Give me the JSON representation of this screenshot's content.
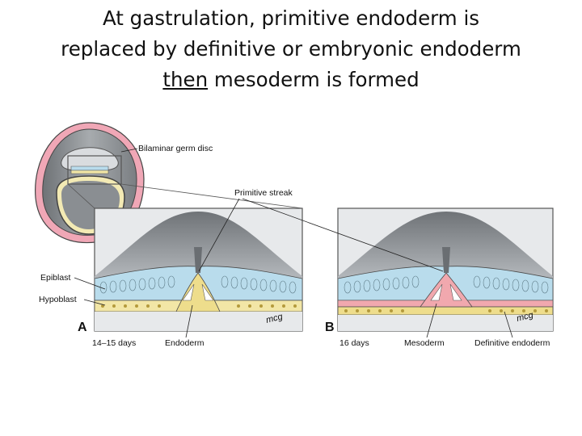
{
  "title": {
    "line1": "At gastrulation, primitive endoderm is",
    "line2": "replaced by definitive or embryonic endoderm",
    "line3_underlined": "then",
    "line3_rest": " mesoderm is formed"
  },
  "labels": {
    "bilaminar": "Bilaminar germ disc",
    "primitive_streak": "Primitive streak",
    "epiblast": "Epiblast",
    "hypoblast": "Hypoblast",
    "panel_a": "A",
    "panel_b": "B",
    "days_a": "14–15 days",
    "days_b": "16 days",
    "endoderm": "Endoderm",
    "mesoderm": "Mesoderm",
    "definitive_endoderm": "Definitive endoderm",
    "signature_a": "mcg",
    "signature_b": "mcg"
  },
  "colors": {
    "epiblast": "#b9dcec",
    "hypoblast": "#f2e6a6",
    "endoderm_yellow": "#eedd8c",
    "mesoderm_pink": "#f1a8ae",
    "amnion_gray": "#8d9296",
    "outer_pink": "#f0a7b6"
  }
}
